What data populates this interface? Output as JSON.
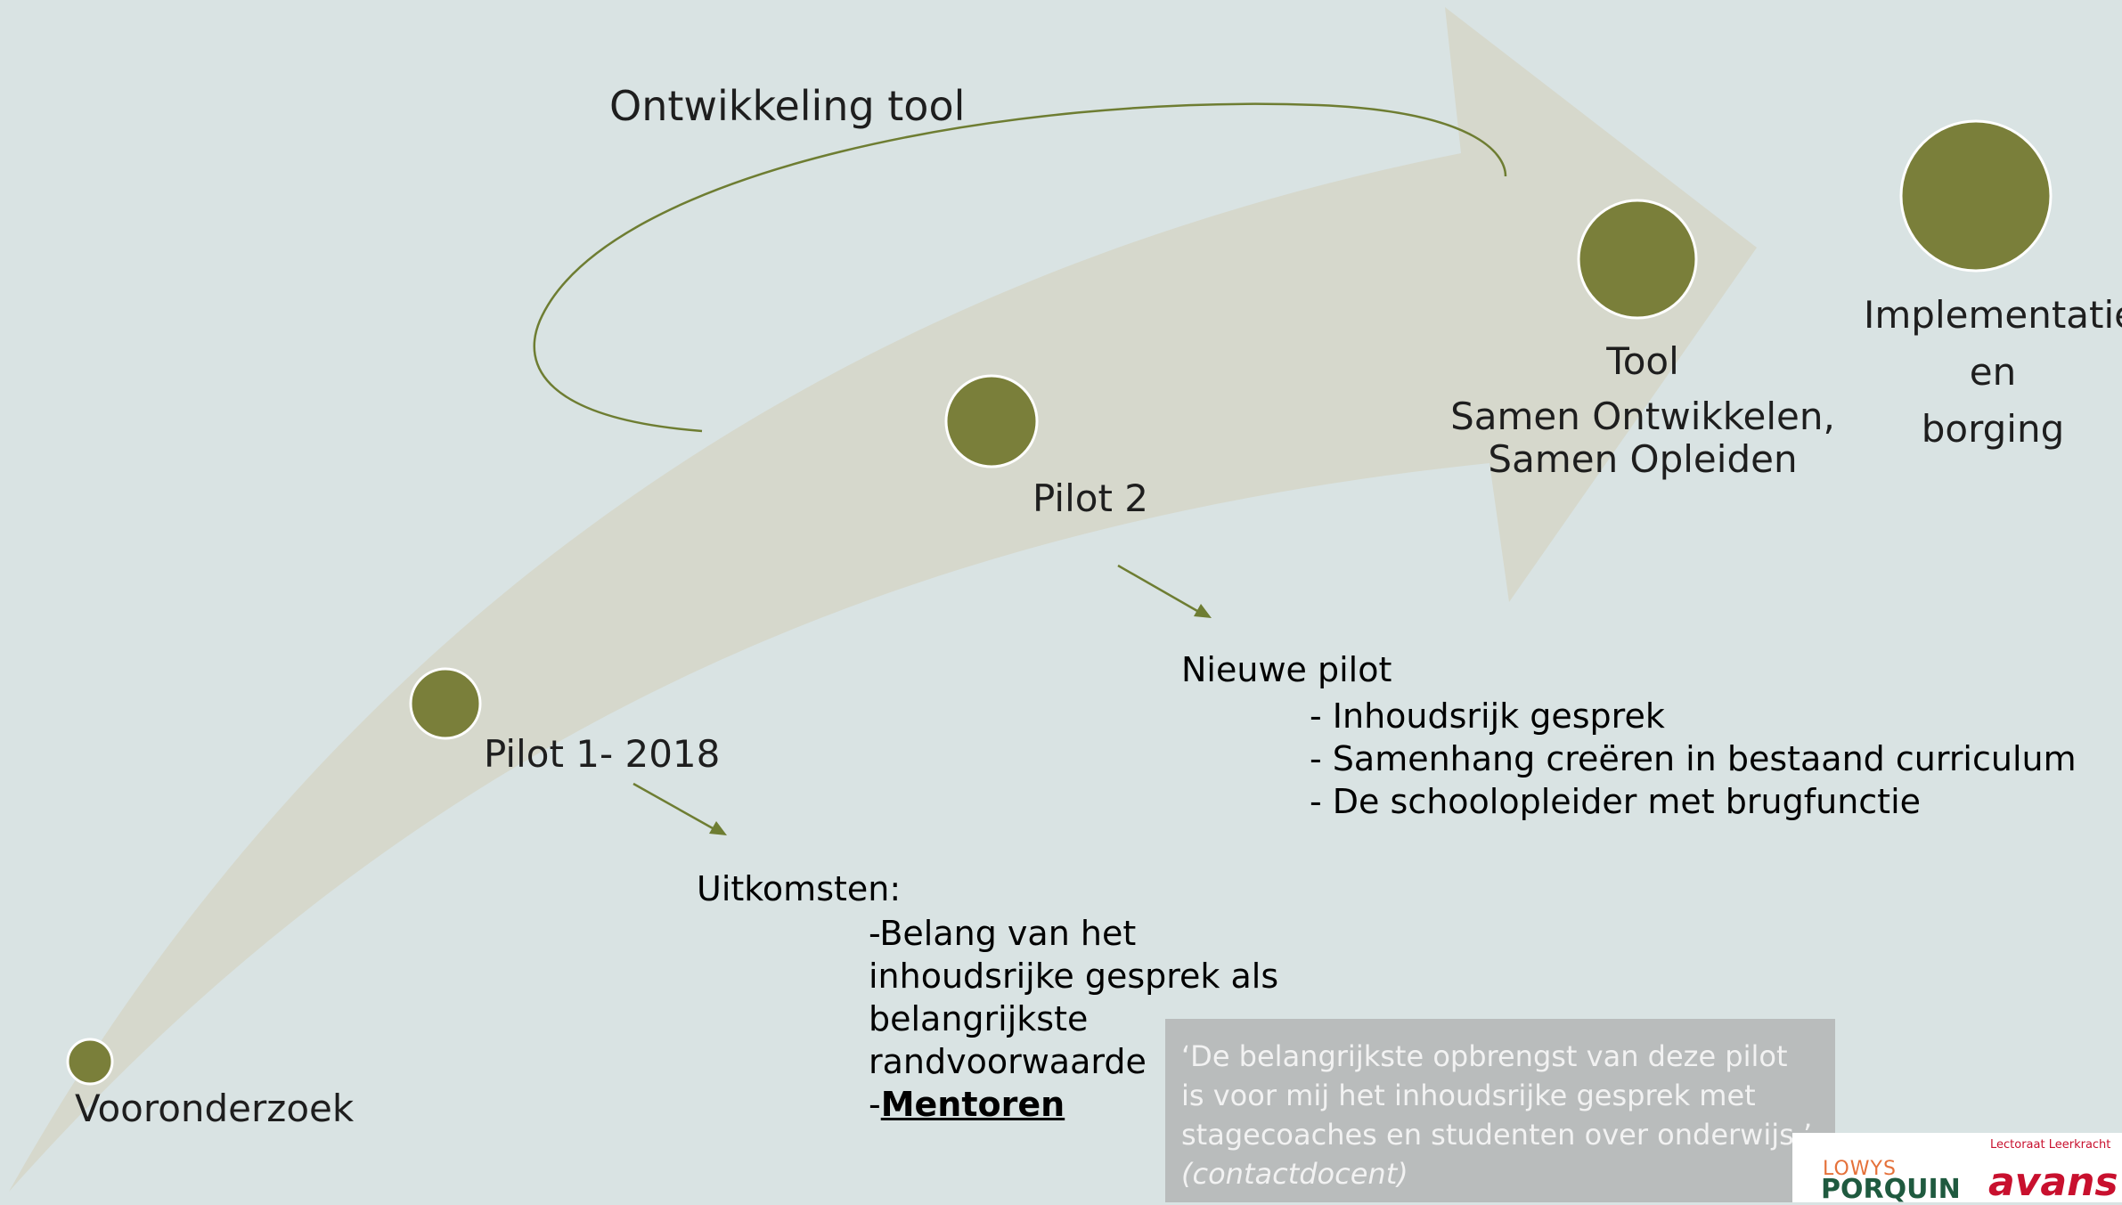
{
  "colors": {
    "background": "#d9e3e3",
    "arrow": "#d6d8cc",
    "node": "#7a7f3a",
    "connector": "#6e7d32",
    "quote_bg": "#b9bcbc"
  },
  "stages": {
    "vooronderzoek": "Vooronderzoek",
    "pilot1": "Pilot 1- 2018",
    "pilot2": "Pilot 2",
    "tool_title": "Tool",
    "tool_line1": "Samen Ontwikkelen,",
    "tool_line2": "Samen Opleiden",
    "impl_line1": "Implementatie",
    "impl_line2": "en",
    "impl_line3": "borging"
  },
  "loop_label": "Ontwikkeling tool",
  "pilot1_outcomes": {
    "heading": "Uitkomsten:",
    "line1": "-Belang van het",
    "line2": "inhoudsrijke gesprek als",
    "line3": "belangrijkste",
    "line4": "randvoorwaarde",
    "line5_prefix": "-",
    "line5_emph": "Mentoren"
  },
  "pilot2_next": {
    "heading": "Nieuwe pilot",
    "items": [
      "Inhoudsrijk gesprek",
      "Samenhang creëren in bestaand curriculum",
      "De schoolopleider met brugfunctie"
    ]
  },
  "quote": {
    "line1": "‘De belangrijkste opbrengst van deze pilot",
    "line2": "is voor mij het inhoudsrijke gesprek met",
    "line3": "stagecoaches en studenten over onderwijs.’",
    "source": "(contactdocent)"
  },
  "logos": {
    "porquin_top": "LOWYS",
    "porquin_main": "PORQUIN",
    "lectoraat": "Lectoraat Leerkracht",
    "avans": "avans"
  }
}
